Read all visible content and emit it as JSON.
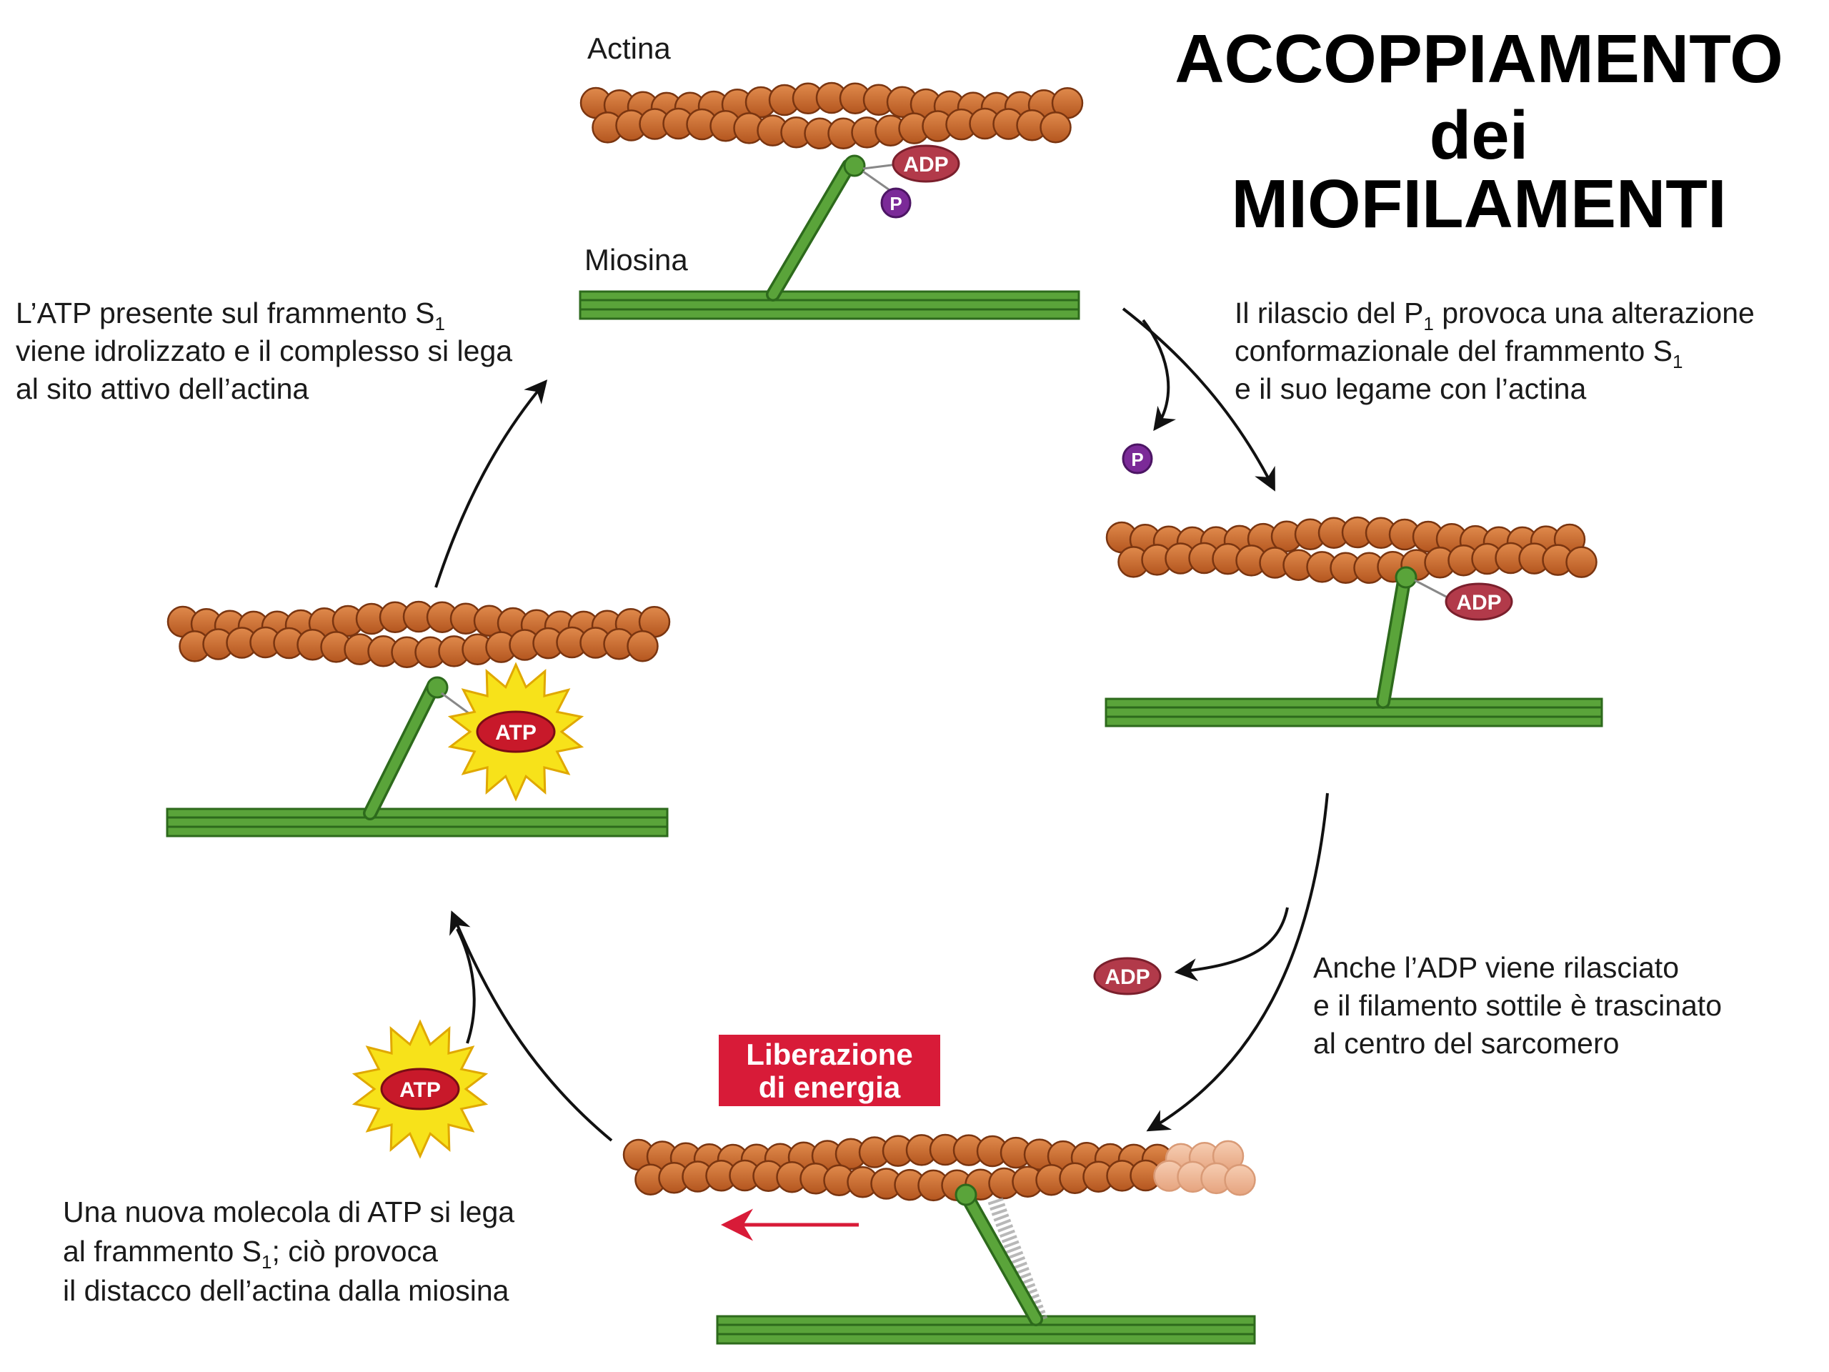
{
  "title": {
    "line1": "ACCOPPIAMENTO",
    "line2": "dei",
    "line3": "MIOFILAMENTI"
  },
  "labels": {
    "actin": "Actina",
    "myosin": "Miosina"
  },
  "molecules": {
    "adp": "ADP",
    "atp": "ATP",
    "p": "P"
  },
  "energy_box": {
    "line1": "Liberazione",
    "line2": "di energia"
  },
  "captions": {
    "step1": [
      {
        "text": "L’ATP presente sul frammento S",
        "sub": "1"
      },
      {
        "text": "viene idrolizzato e il complesso si lega",
        "sub": ""
      },
      {
        "text": "al sito attivo dell’actina",
        "sub": ""
      }
    ],
    "step2": [
      {
        "pre": "Il rilascio del P",
        "sub": "1",
        "post": " provoca una alterazione"
      },
      {
        "pre": "conformazionale del frammento S",
        "sub": "1",
        "post": ""
      },
      {
        "pre": "e il suo legame con l’actina",
        "sub": "",
        "post": ""
      }
    ],
    "step3": [
      {
        "text": "Anche l’ADP viene rilasciato"
      },
      {
        "text": "e il filamento sottile è trascinato"
      },
      {
        "text": "al centro del sarcomero"
      }
    ],
    "step4": [
      {
        "pre": "Una nuova molecola di ATP si lega",
        "sub": "",
        "post": ""
      },
      {
        "pre": "al frammento S",
        "sub": "1",
        "post": "; ciò provoca"
      },
      {
        "pre": "il distacco dell’actina dalla miosina",
        "sub": "",
        "post": ""
      }
    ]
  },
  "colors": {
    "actin_bead": "#c8692e",
    "actin_bead_edge": "#7a3510",
    "actin_faded": "#efb593",
    "myosin": "#5aa43a",
    "myosin_dark": "#2d6a1c",
    "adp_pill": "#b23a4a",
    "atp_pill": "#c8192a",
    "p_circle": "#7b2a98",
    "starburst": "#f7e21a",
    "energy_box": "#d81b38",
    "arrow_red": "#d81b38"
  }
}
